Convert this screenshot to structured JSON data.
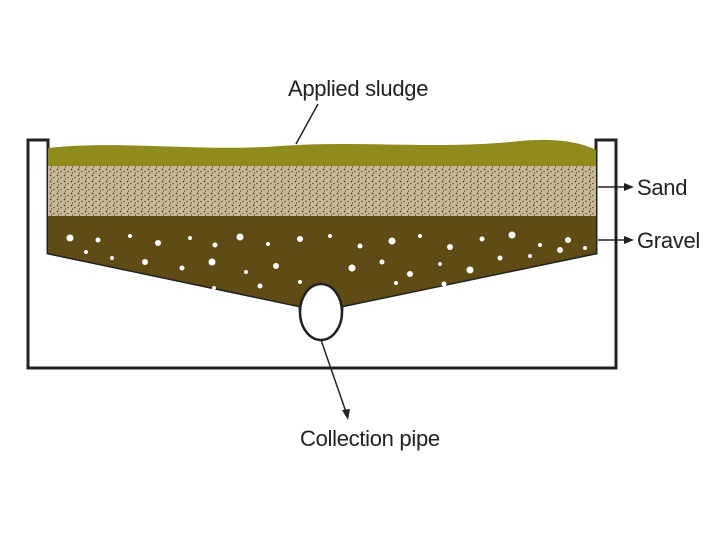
{
  "labels": {
    "applied_sludge": "Applied sludge",
    "sand": "Sand",
    "gravel": "Gravel",
    "collection_pipe": "Collection pipe"
  },
  "colors": {
    "sludge": "#8f8b1c",
    "sand": "#c9bb98",
    "sand_speckle": "#4a3c22",
    "gravel": "#5e4c14",
    "gravel_dots": "#ffffff",
    "outline": "#222222",
    "pipe": "#ffffff"
  }
}
